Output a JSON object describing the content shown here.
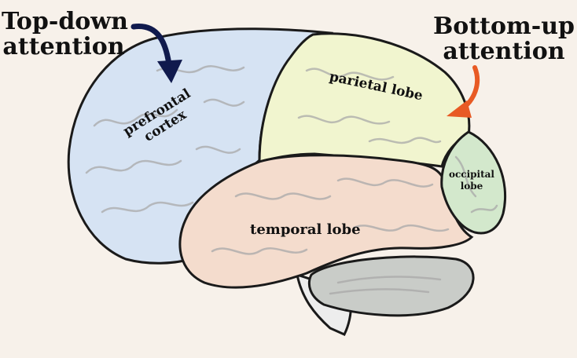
{
  "callouts": {
    "top_down": [
      "Top-down",
      "attention"
    ],
    "bottom_up": [
      "Bottom-up",
      "attention"
    ]
  },
  "lobes": {
    "prefrontal": [
      "prefrontal",
      "cortex"
    ],
    "parietal": "parietal lobe",
    "temporal": "temporal lobe",
    "occipital": [
      "occipital",
      "lobe"
    ]
  },
  "colors": {
    "background": "#f7f1ea",
    "prefrontal": "#d6e3f3",
    "parietal": "#f1f5cf",
    "temporal": "#f4dccd",
    "occipital": "#d3e8cc",
    "cerebellum": "#c9ccc8",
    "top_down_arrow": "#101a4d",
    "bottom_up_arrow": "#e85a24"
  }
}
